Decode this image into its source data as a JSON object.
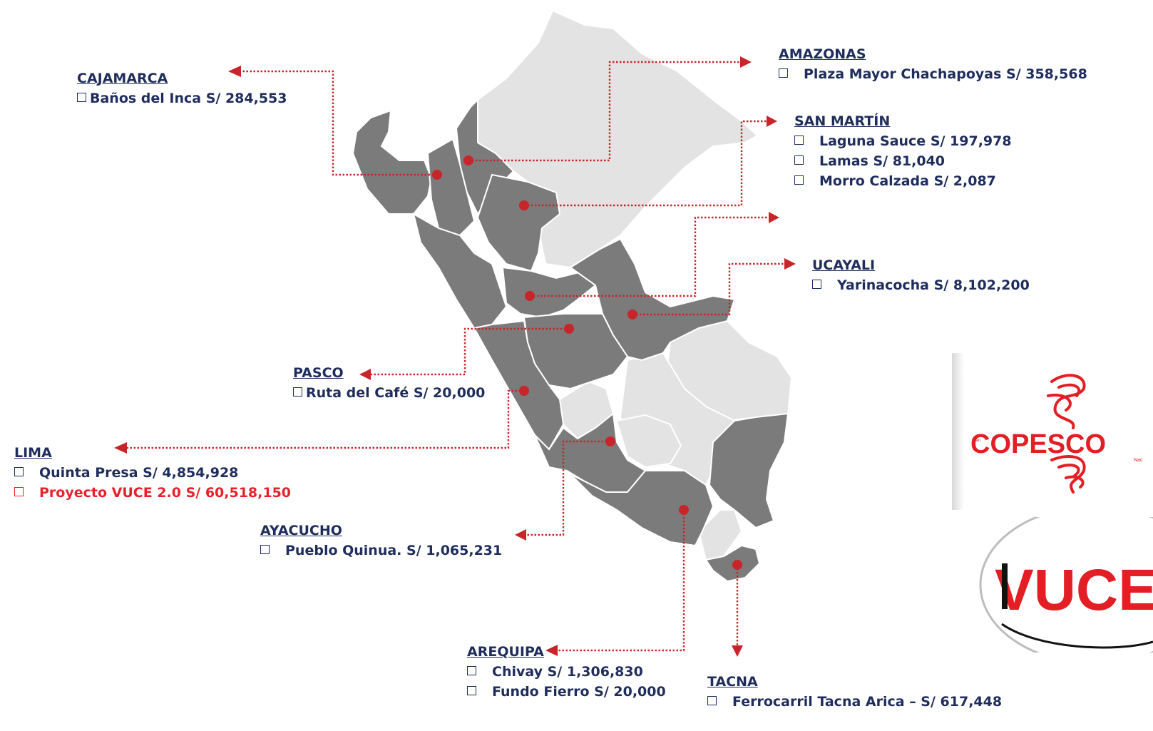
{
  "colors": {
    "region_dark": "#7b7b7b",
    "region_light": "#e3e3e3",
    "marker": "#c8252b",
    "label_text": "#1f2d5c",
    "highlight_text": "#e8202a",
    "logo_red": "#e31e24"
  },
  "regions": {
    "amazonas": {
      "title": "AMAZONAS",
      "projects": [
        "Plaza Mayor Chachapoyas S/ 358,568"
      ]
    },
    "cajamarca": {
      "title": "CAJAMARCA",
      "projects": [
        "Baños del Inca S/ 284,553"
      ]
    },
    "san_martin": {
      "title": "SAN MARTÍN",
      "projects": [
        "Laguna Sauce S/ 197,978",
        "Lamas S/ 81,040",
        "Morro Calzada S/ 2,087"
      ]
    },
    "ucayali": {
      "title": "UCAYALI",
      "projects": [
        "Yarinacocha S/ 8,102,200"
      ]
    },
    "pasco": {
      "title": "PASCO",
      "projects": [
        "Ruta del Café S/ 20,000"
      ]
    },
    "lima": {
      "title": "LIMA",
      "projects": [
        "Quinta Presa S/ 4,854,928"
      ],
      "highlight": "Proyecto VUCE 2.0  S/ 60,518,150"
    },
    "ayacucho": {
      "title": "AYACUCHO",
      "projects": [
        "Pueblo Quinua. S/ 1,065,231"
      ]
    },
    "arequipa": {
      "title": "AREQUIPA",
      "projects": [
        "Chivay S/ 1,306,830",
        "Fundo Fierro S/ 20,000"
      ]
    },
    "tacna": {
      "title": "TACNA",
      "projects": [
        "Ferrocarril Tacna Arica – S/ 617,448"
      ]
    }
  },
  "logos": {
    "copesco": {
      "small": "Plan",
      "text": "COPESCO",
      "suffix": "Nac"
    },
    "vuce": {
      "text": "VUCE"
    }
  }
}
